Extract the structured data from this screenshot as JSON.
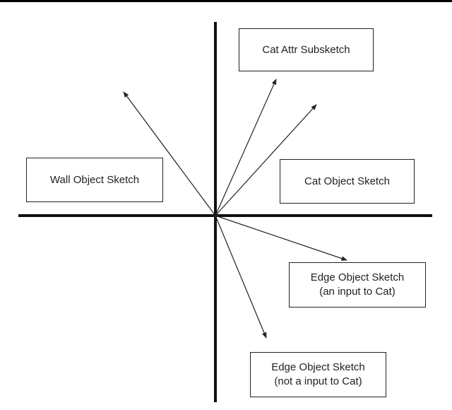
{
  "diagram": {
    "boxes": {
      "cat_attr_subsketch": "Cat Attr Subsketch",
      "wall_object_sketch": "Wall Object Sketch",
      "cat_object_sketch": "Cat Object Sketch",
      "edge_object_input": {
        "line1": "Edge Object Sketch",
        "line2": "(an input to Cat)"
      },
      "edge_object_not_input": {
        "line1": "Edge Object Sketch",
        "line2": "(not a input to Cat)"
      }
    },
    "colors": {
      "frame": "#000000",
      "axes": "#111111",
      "arrows": "#222222",
      "box_border": "#222222",
      "text": "#222222",
      "background": "#ffffff"
    }
  }
}
